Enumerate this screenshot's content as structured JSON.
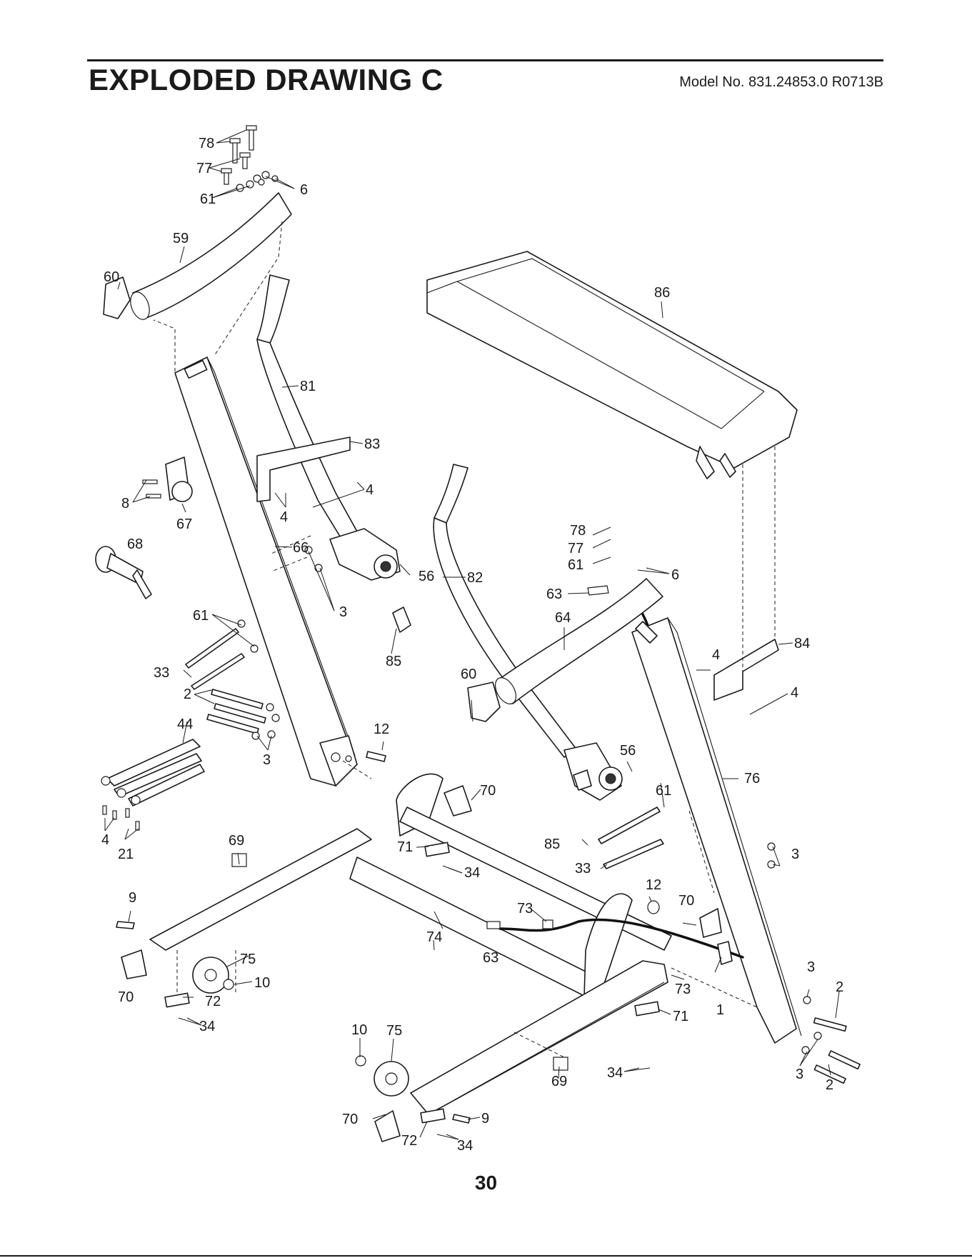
{
  "header": {
    "title": "EXPLODED DRAWING C",
    "model": "Model No. 831.24853.0 R0713B"
  },
  "page_number": "30",
  "callouts": [
    {
      "id": "c78a",
      "text": "78"
    },
    {
      "id": "c77a",
      "text": "77"
    },
    {
      "id": "c61a",
      "text": "61"
    },
    {
      "id": "c6a",
      "text": "6"
    },
    {
      "id": "c59",
      "text": "59"
    },
    {
      "id": "c60a",
      "text": "60"
    },
    {
      "id": "c86",
      "text": "86"
    },
    {
      "id": "c81",
      "text": "81"
    },
    {
      "id": "c83",
      "text": "83"
    },
    {
      "id": "c4a",
      "text": "4"
    },
    {
      "id": "c4b",
      "text": "4"
    },
    {
      "id": "c8",
      "text": "8"
    },
    {
      "id": "c67",
      "text": "67"
    },
    {
      "id": "c68",
      "text": "68"
    },
    {
      "id": "c66",
      "text": "66"
    },
    {
      "id": "c56a",
      "text": "56"
    },
    {
      "id": "c82",
      "text": "82"
    },
    {
      "id": "c78b",
      "text": "78"
    },
    {
      "id": "c77b",
      "text": "77"
    },
    {
      "id": "c61b",
      "text": "61"
    },
    {
      "id": "c6b",
      "text": "6"
    },
    {
      "id": "c63a",
      "text": "63"
    },
    {
      "id": "c64",
      "text": "64"
    },
    {
      "id": "c61c",
      "text": "61"
    },
    {
      "id": "c3a",
      "text": "3"
    },
    {
      "id": "c85a",
      "text": "85"
    },
    {
      "id": "c60b",
      "text": "60"
    },
    {
      "id": "c84",
      "text": "84"
    },
    {
      "id": "c4c",
      "text": "4"
    },
    {
      "id": "c4d",
      "text": "4"
    },
    {
      "id": "c33a",
      "text": "33"
    },
    {
      "id": "c2a",
      "text": "2"
    },
    {
      "id": "c44",
      "text": "44"
    },
    {
      "id": "c3b",
      "text": "3"
    },
    {
      "id": "c12a",
      "text": "12"
    },
    {
      "id": "c56b",
      "text": "56"
    },
    {
      "id": "c70a",
      "text": "70"
    },
    {
      "id": "c61d",
      "text": "61"
    },
    {
      "id": "c76",
      "text": "76"
    },
    {
      "id": "c4e",
      "text": "4"
    },
    {
      "id": "c21",
      "text": "21"
    },
    {
      "id": "c69a",
      "text": "69"
    },
    {
      "id": "c71a",
      "text": "71"
    },
    {
      "id": "c34a",
      "text": "34"
    },
    {
      "id": "c85b",
      "text": "85"
    },
    {
      "id": "c33b",
      "text": "33"
    },
    {
      "id": "c3c",
      "text": "3"
    },
    {
      "id": "c9a",
      "text": "9"
    },
    {
      "id": "c12b",
      "text": "12"
    },
    {
      "id": "c73a",
      "text": "73"
    },
    {
      "id": "c70b",
      "text": "70"
    },
    {
      "id": "c74",
      "text": "74"
    },
    {
      "id": "c63b",
      "text": "63"
    },
    {
      "id": "c75a",
      "text": "75"
    },
    {
      "id": "c10a",
      "text": "10"
    },
    {
      "id": "c70c",
      "text": "70"
    },
    {
      "id": "c72a",
      "text": "72"
    },
    {
      "id": "c34b",
      "text": "34"
    },
    {
      "id": "c73b",
      "text": "73"
    },
    {
      "id": "c1",
      "text": "1"
    },
    {
      "id": "c71b",
      "text": "71"
    },
    {
      "id": "c3d",
      "text": "3"
    },
    {
      "id": "c2b",
      "text": "2"
    },
    {
      "id": "c10b",
      "text": "10"
    },
    {
      "id": "c75b",
      "text": "75"
    },
    {
      "id": "c34c",
      "text": "34"
    },
    {
      "id": "c69b",
      "text": "69"
    },
    {
      "id": "c3e",
      "text": "3"
    },
    {
      "id": "c2c",
      "text": "2"
    },
    {
      "id": "c70d",
      "text": "70"
    },
    {
      "id": "c9b",
      "text": "9"
    },
    {
      "id": "c72b",
      "text": "72"
    },
    {
      "id": "c34d",
      "text": "34"
    }
  ]
}
